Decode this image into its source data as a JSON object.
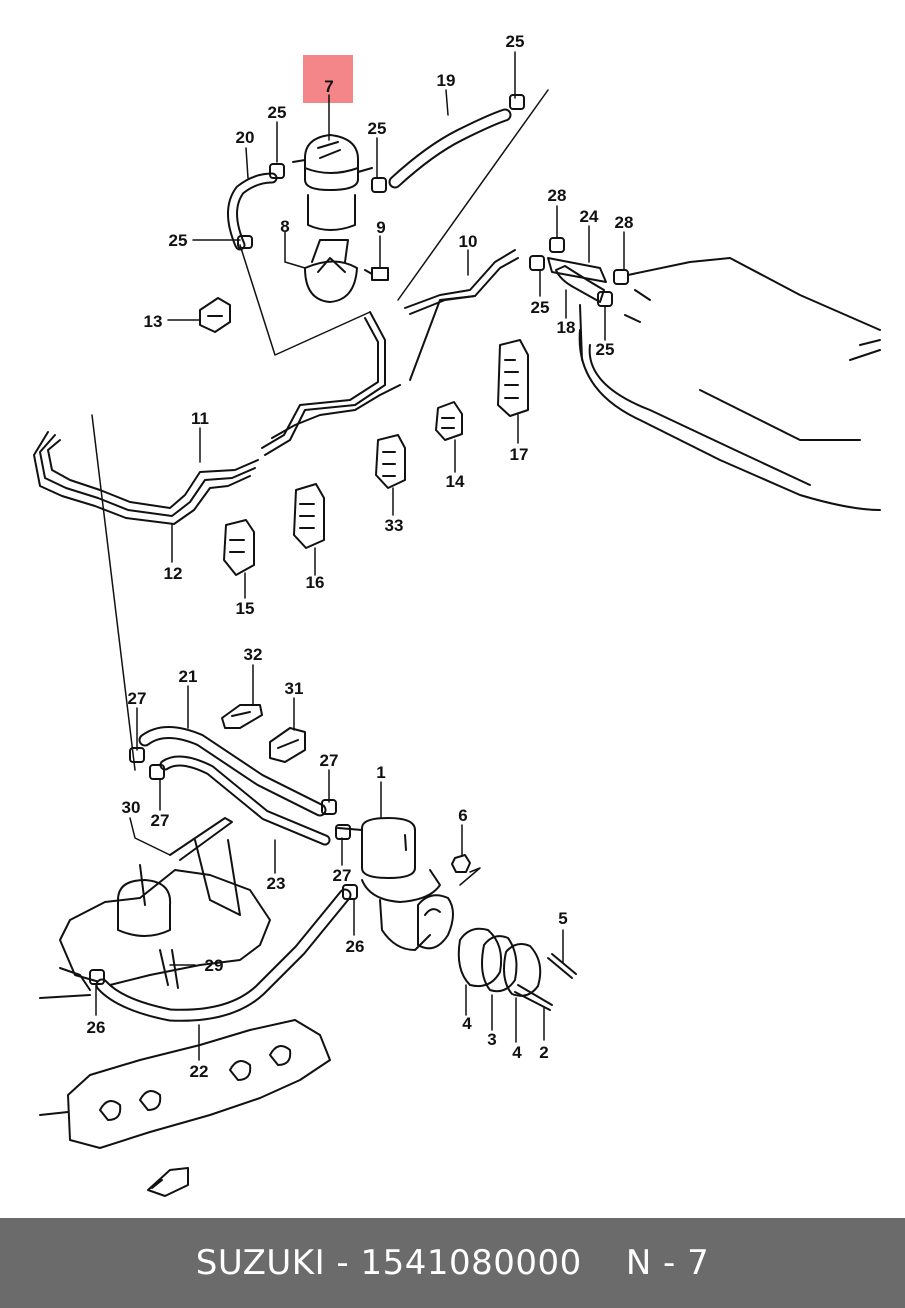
{
  "diagram": {
    "highlight_color": "#f4868a",
    "line_color": "#111111",
    "callouts": {
      "c7": "7",
      "c25a": "25",
      "c19": "19",
      "c20": "20",
      "c25b": "25",
      "c25c": "25",
      "c25d": "25",
      "c8": "8",
      "c9": "9",
      "c10": "10",
      "c13": "13",
      "c28a": "28",
      "c24": "24",
      "c28b": "28",
      "c25e": "25",
      "c18": "18",
      "c25f": "25",
      "c11": "11",
      "c17": "17",
      "c14": "14",
      "c33": "33",
      "c12": "12",
      "c16": "16",
      "c15": "15",
      "c32": "32",
      "c21": "21",
      "c31": "31",
      "c27a": "27",
      "c27b": "27",
      "c27c": "27",
      "c1": "1",
      "c30": "30",
      "c6": "6",
      "c27d": "27",
      "c23": "23",
      "c26a": "26",
      "c5": "5",
      "c29": "29",
      "c26b": "26",
      "c4a": "4",
      "c3": "3",
      "c4b": "4",
      "c2": "2",
      "c22": "22"
    }
  },
  "footer": {
    "brand_part": "SUZUKI - 1541080000",
    "ref": "N - 7",
    "background": "#6b6b6b"
  }
}
